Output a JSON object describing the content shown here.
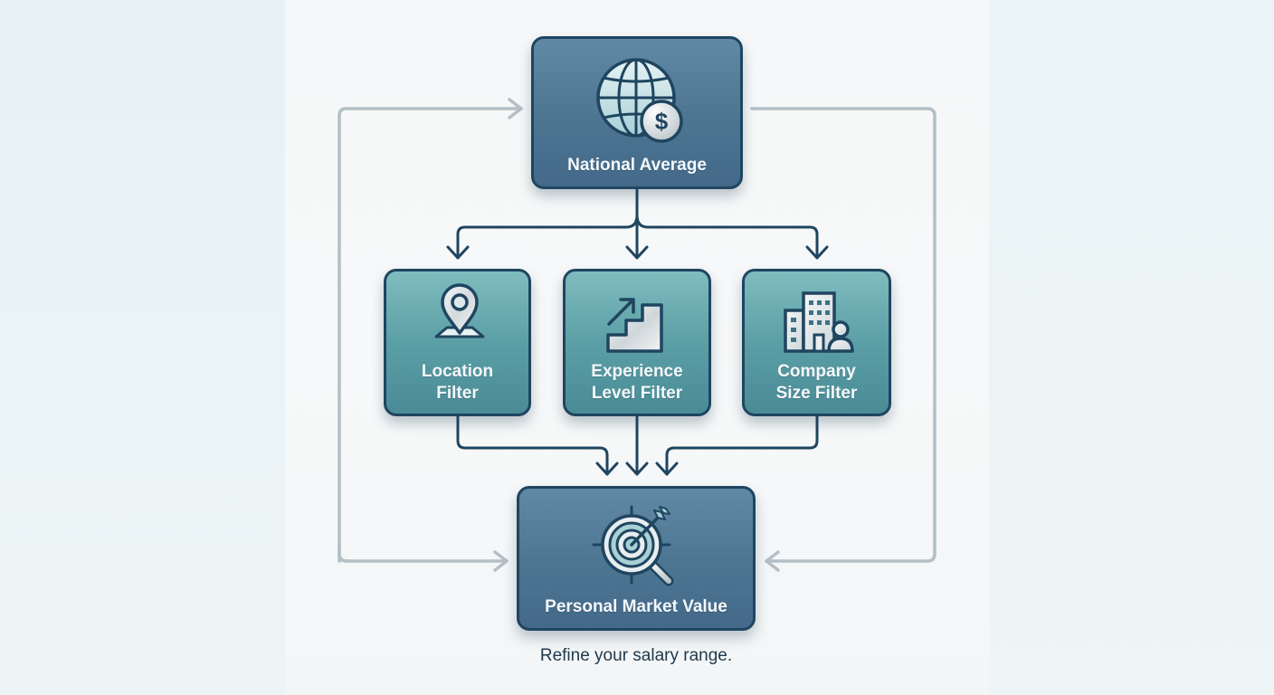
{
  "diagram": {
    "nodes": {
      "national_average": {
        "label": "National Average",
        "icon": "globe-dollar-icon"
      },
      "location_filter": {
        "label_line1": "Location",
        "label_line2": "Filter",
        "icon": "map-pin-icon"
      },
      "experience_filter": {
        "label_line1": "Experience",
        "label_line2": "Level Filter",
        "icon": "stairs-arrow-icon"
      },
      "company_filter": {
        "label_line1": "Company",
        "label_line2": "Size Filter",
        "icon": "building-person-icon"
      },
      "personal_market_value": {
        "label": "Personal Market Value",
        "icon": "target-magnifier-icon"
      }
    },
    "caption": "Refine your salary range.",
    "edges": [
      {
        "from": "National Average",
        "to": "Location Filter"
      },
      {
        "from": "National Average",
        "to": "Experience Level Filter"
      },
      {
        "from": "National Average",
        "to": "Company Size Filter"
      },
      {
        "from": "Location Filter",
        "to": "Personal Market Value"
      },
      {
        "from": "Experience Level Filter",
        "to": "Personal Market Value"
      },
      {
        "from": "Company Size Filter",
        "to": "Personal Market Value"
      },
      {
        "from": "Personal Market Value",
        "to": "National Average",
        "style": "feedback-left"
      },
      {
        "from": "National Average",
        "to": "Personal Market Value",
        "style": "feedback-right"
      }
    ],
    "colors": {
      "dark_node": "#4d7592",
      "teal_node": "#5b9fa6",
      "border": "#1f4560",
      "connector": "#1f4560",
      "feedback_connector": "#b3bfc6",
      "caption_text": "#213a4c"
    }
  }
}
